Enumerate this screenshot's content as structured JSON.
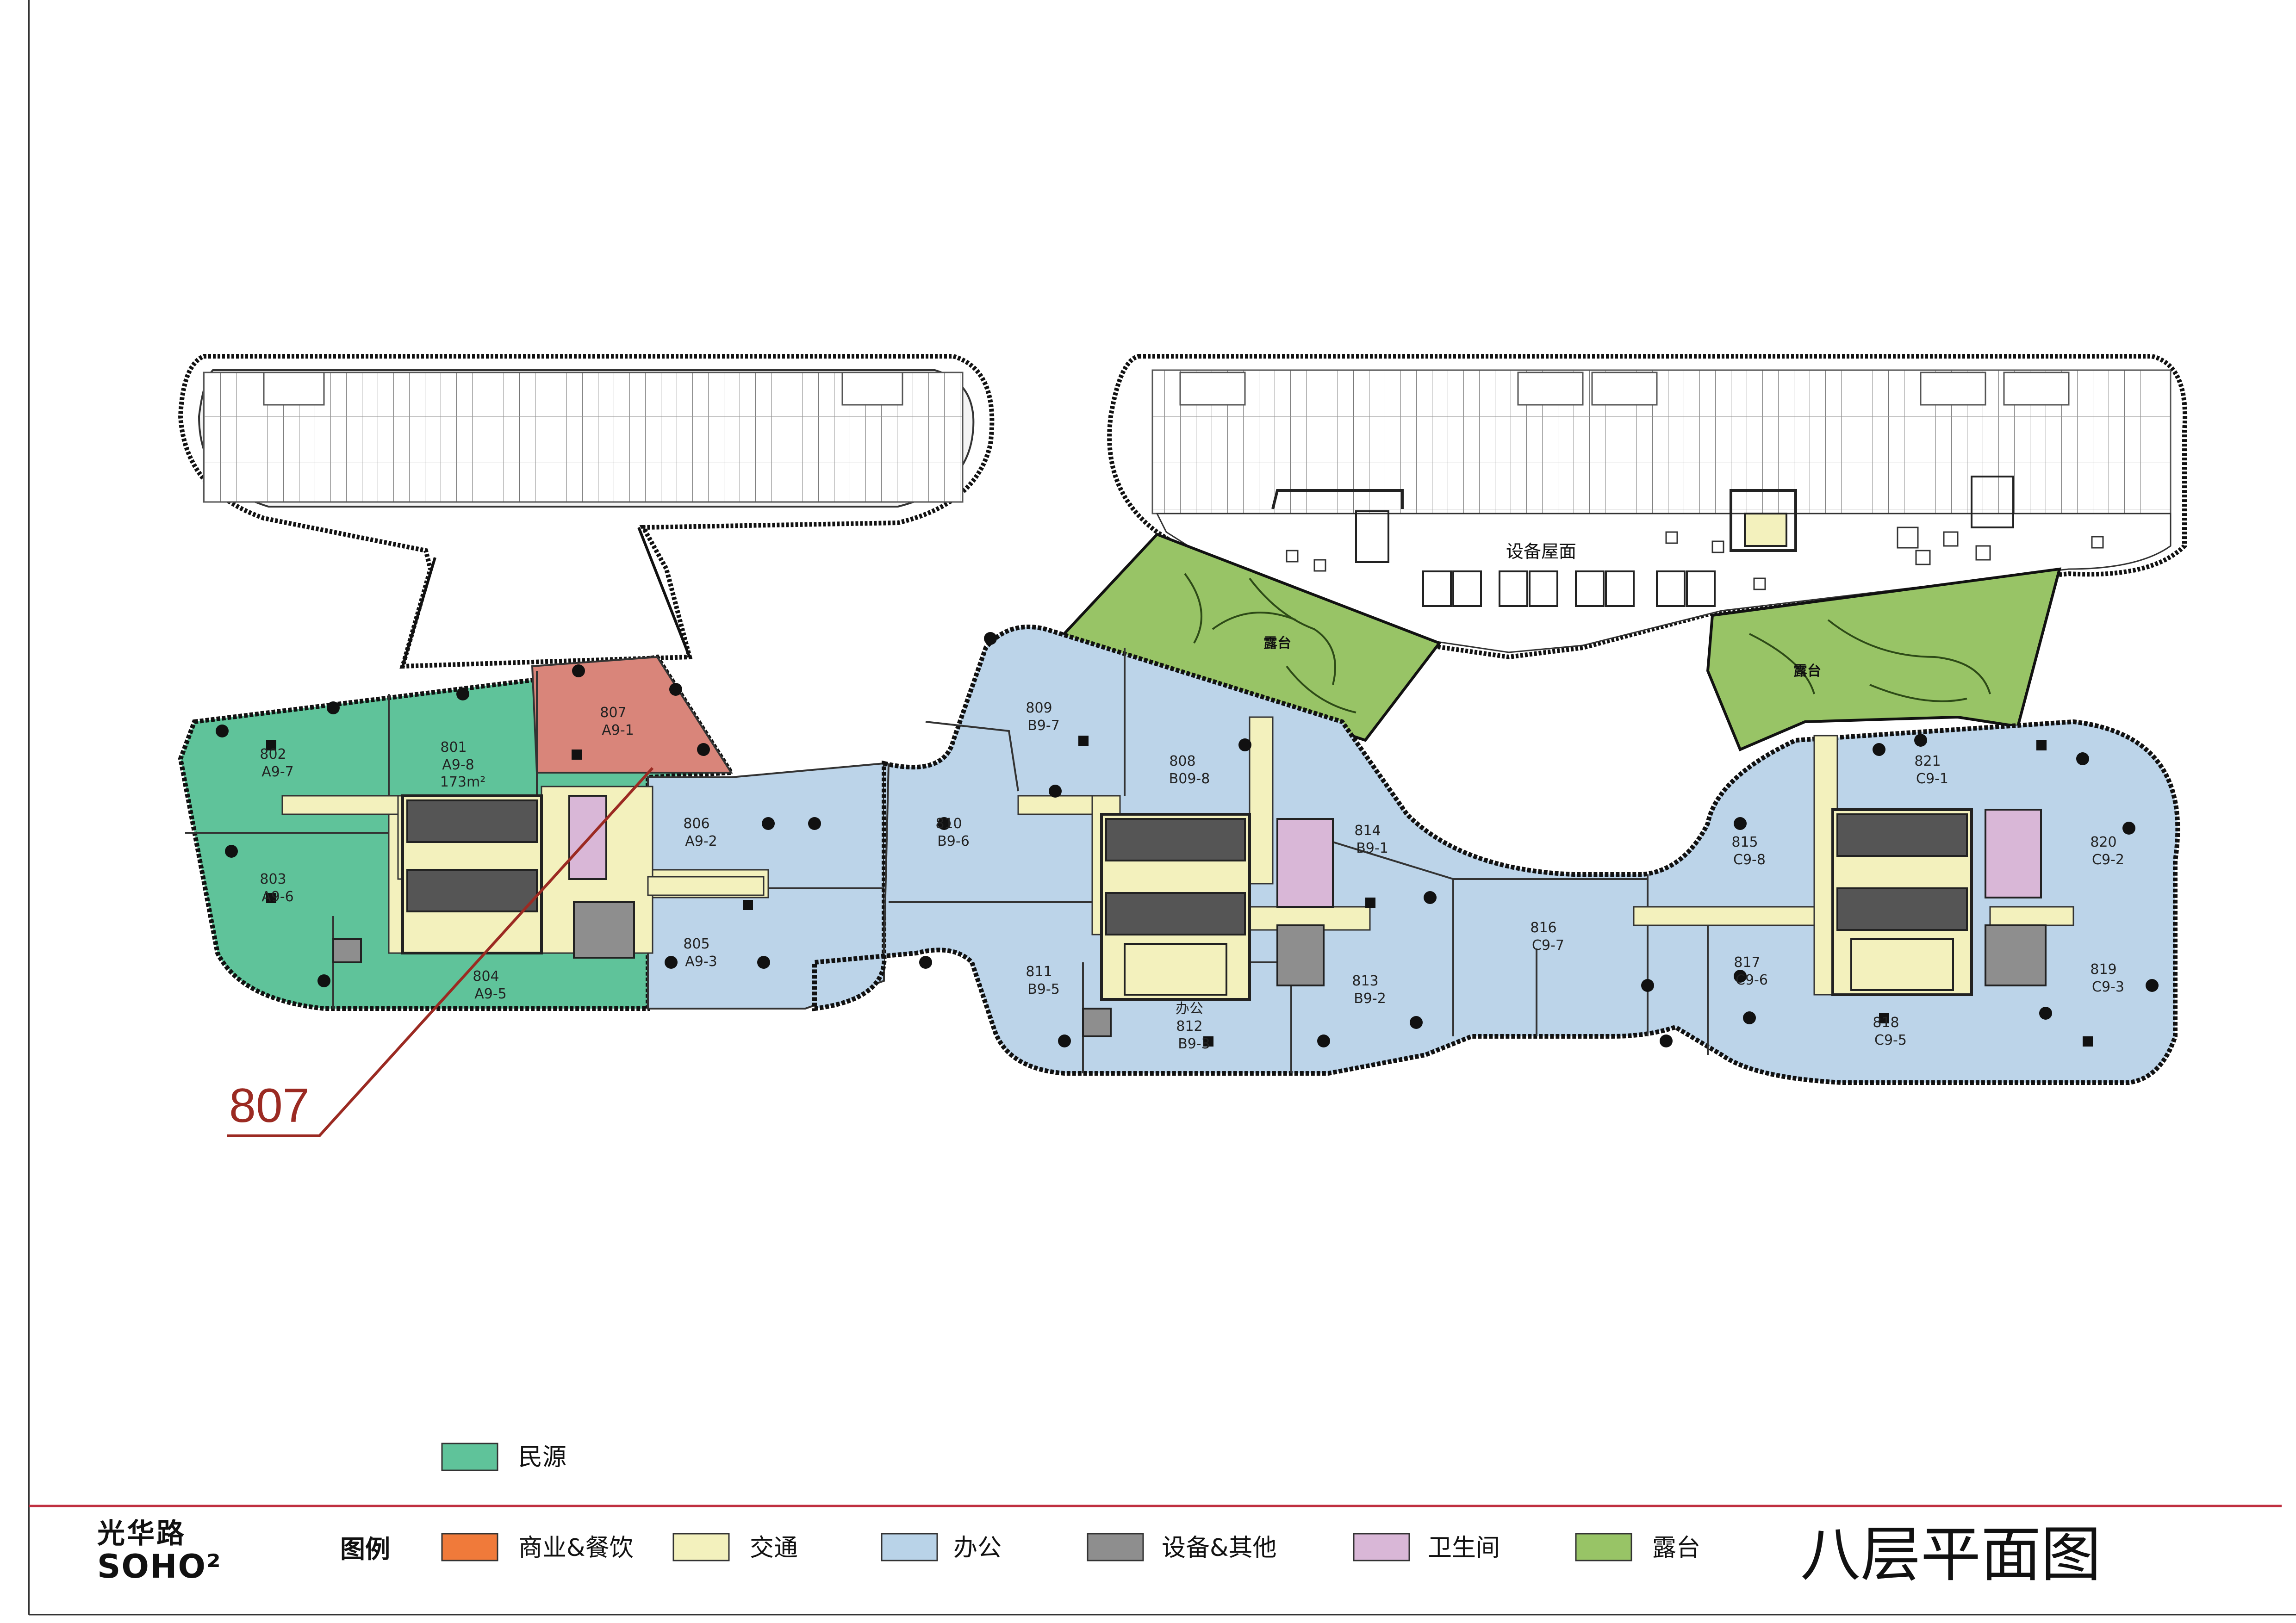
{
  "title": "八层平面图",
  "brand": {
    "line1": "光华路",
    "line2": "SOHO²"
  },
  "callout": {
    "label": "807"
  },
  "top_legend": {
    "label": "民源",
    "color": "#5fc39a"
  },
  "legend": {
    "heading": "图例",
    "items": [
      {
        "label": "商业&餐饮",
        "color": "#f07a3a"
      },
      {
        "label": "交通",
        "color": "#f3f1bd"
      },
      {
        "label": "办公",
        "color": "#b9d3e8"
      },
      {
        "label": "设备&其他",
        "color": "#8e8e8e"
      },
      {
        "label": "卫生间",
        "color": "#d9b7d7"
      },
      {
        "label": "露台",
        "color": "#98c466"
      }
    ]
  },
  "zones": {
    "equipment_roof": "设备屋面",
    "terrace": "露台",
    "office_note": "办公"
  },
  "colors": {
    "minyuan": "#5fc39a",
    "commercial": "#d9857a",
    "office": "#bcd4e9",
    "traffic": "#f3f1bd",
    "equipment": "#8e8e8e",
    "toilet": "#d9b7d7",
    "terrace": "#98c466",
    "red_line": "#c03040",
    "callout": "#9b2a22"
  },
  "units": [
    {
      "id": "u802",
      "num": "802",
      "code": "A9-7",
      "kind": "minyuan"
    },
    {
      "id": "u801",
      "num": "801",
      "code": "A9-8",
      "area": "173m²",
      "kind": "minyuan"
    },
    {
      "id": "u807",
      "num": "807",
      "code": "A9-1",
      "kind": "commercial"
    },
    {
      "id": "u803",
      "num": "803",
      "code": "A9-6",
      "kind": "minyuan"
    },
    {
      "id": "u804",
      "num": "804",
      "code": "A9-5",
      "kind": "minyuan"
    },
    {
      "id": "u806",
      "num": "806",
      "code": "A9-2",
      "kind": "office"
    },
    {
      "id": "u805",
      "num": "805",
      "code": "A9-3",
      "kind": "office"
    },
    {
      "id": "u810",
      "num": "810",
      "code": "B9-6",
      "kind": "office"
    },
    {
      "id": "u809",
      "num": "809",
      "code": "B9-7",
      "kind": "office"
    },
    {
      "id": "u808",
      "num": "808",
      "code": "B09-8",
      "kind": "office"
    },
    {
      "id": "u814",
      "num": "814",
      "code": "B9-1",
      "kind": "office"
    },
    {
      "id": "u811",
      "num": "811",
      "code": "B9-5",
      "kind": "office"
    },
    {
      "id": "u812",
      "num": "812",
      "code": "B9-3",
      "kind": "office"
    },
    {
      "id": "u813",
      "num": "813",
      "code": "B9-2",
      "kind": "office"
    },
    {
      "id": "u816",
      "num": "816",
      "code": "C9-7",
      "kind": "office"
    },
    {
      "id": "u815",
      "num": "815",
      "code": "C9-8",
      "kind": "office"
    },
    {
      "id": "u821",
      "num": "821",
      "code": "C9-1",
      "kind": "office"
    },
    {
      "id": "u820",
      "num": "820",
      "code": "C9-2",
      "kind": "office"
    },
    {
      "id": "u817",
      "num": "817",
      "code": "C9-6",
      "kind": "office"
    },
    {
      "id": "u818",
      "num": "818",
      "code": "C9-5",
      "kind": "office"
    },
    {
      "id": "u819",
      "num": "819",
      "code": "C9-3",
      "kind": "office"
    }
  ]
}
